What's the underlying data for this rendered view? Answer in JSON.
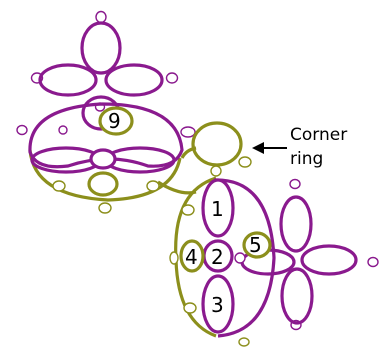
{
  "colors": {
    "purple": "#8a1a8e",
    "olive": "#8c8f1c"
  },
  "annotation": {
    "line1": "Corner",
    "line2": "ring"
  },
  "numbers": {
    "n1": "1",
    "n2": "2",
    "n3": "3",
    "n4": "4",
    "n5": "5",
    "n9": "9"
  }
}
